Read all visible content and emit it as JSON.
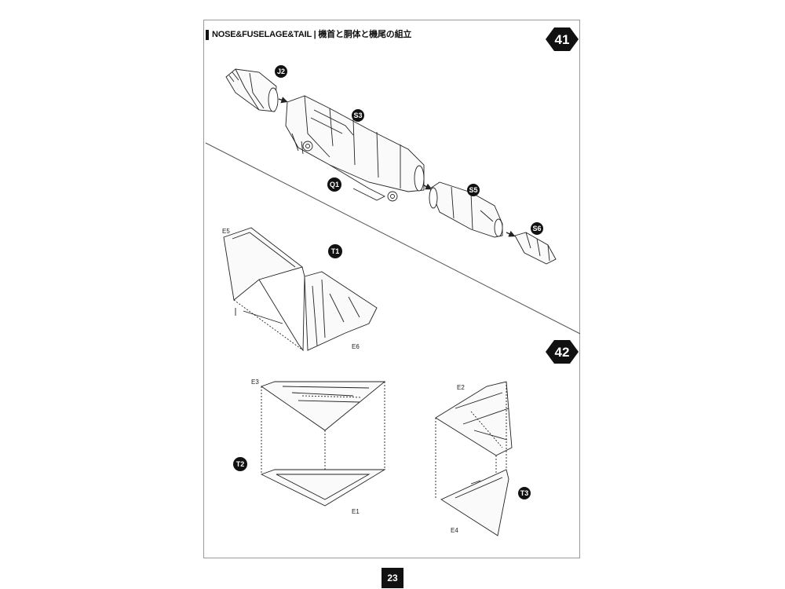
{
  "header": {
    "title": "NOSE&FUSELAGE&TAIL | 機首と胴体と機尾の組立"
  },
  "steps": [
    {
      "number": "41"
    },
    {
      "number": "42"
    }
  ],
  "step41": {
    "callouts": [
      "J2",
      "S3",
      "Q1",
      "S5",
      "S6",
      "T1"
    ],
    "part_labels": [
      "E5",
      "E6"
    ]
  },
  "step42": {
    "callouts": [
      "T2",
      "T3"
    ],
    "part_labels": [
      "E3",
      "E1",
      "E2",
      "E4"
    ]
  },
  "footer": {
    "page_number": "23"
  }
}
